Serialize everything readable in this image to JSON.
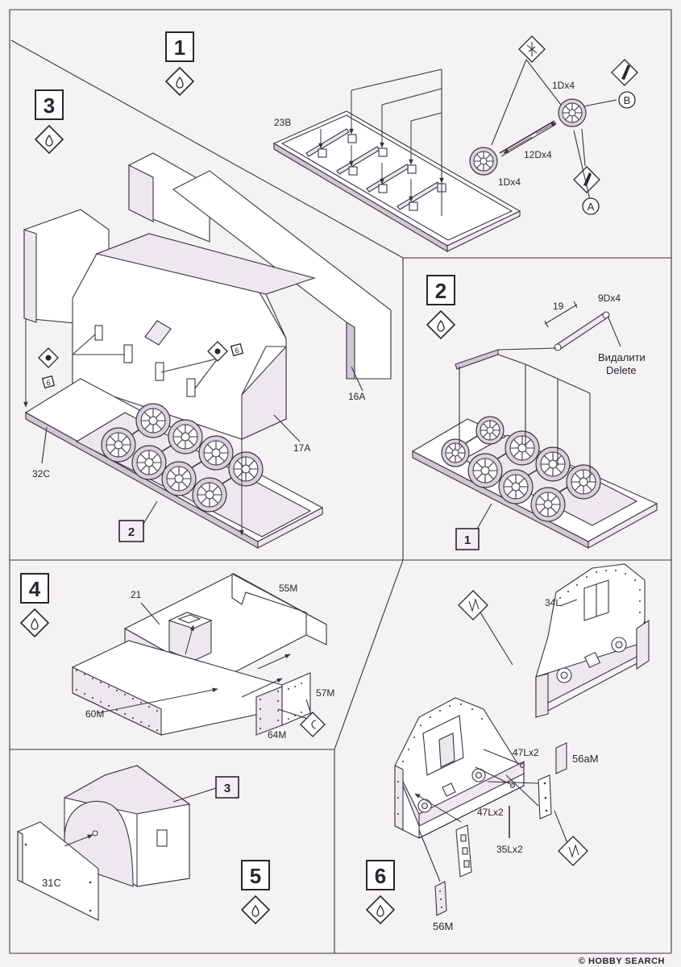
{
  "step1": {
    "number": "1",
    "labels": {
      "part_23b": "23B",
      "part_1d_top": "1Dx4",
      "part_12d": "12Dx4",
      "part_1d_bottom": "1Dx4"
    },
    "callouts": {
      "b": "B",
      "a": "A"
    }
  },
  "step2": {
    "number": "2",
    "labels": {
      "dimension": "19",
      "part_9d": "9Dx4",
      "delete_ua": "Видалити",
      "delete_en": "Delete"
    },
    "ref_box": "1"
  },
  "step3": {
    "number": "3",
    "labels": {
      "part_16a": "16A",
      "part_17a": "17A",
      "part_32c": "32C",
      "mini_a": "6",
      "mini_b": "6"
    },
    "ref_box": "2"
  },
  "step4": {
    "number": "4",
    "labels": {
      "part_21": "21",
      "part_55m": "55M",
      "part_57m": "57M",
      "part_60m": "60M",
      "part_64m": "64M"
    }
  },
  "step5": {
    "number": "5",
    "labels": {
      "part_31c": "31C"
    },
    "ref_box": "3"
  },
  "step6": {
    "number": "6",
    "labels": {
      "part_34l": "34L",
      "part_47l_a": "47Lx2",
      "part_56am": "56aM",
      "part_47l_b": "47Lx2",
      "part_35l": "35Lx2",
      "part_56m": "56M"
    }
  },
  "watermark": {
    "text": "© HOBBY SEARCH"
  },
  "colors": {
    "ink": "#2b2530",
    "paper": "#f4f2f3",
    "shade": "#cfc7d2"
  },
  "icons": [
    "glue-drop-icon",
    "cement-icon",
    "brush-icon",
    "knife-icon",
    "sandpaper-icon"
  ]
}
